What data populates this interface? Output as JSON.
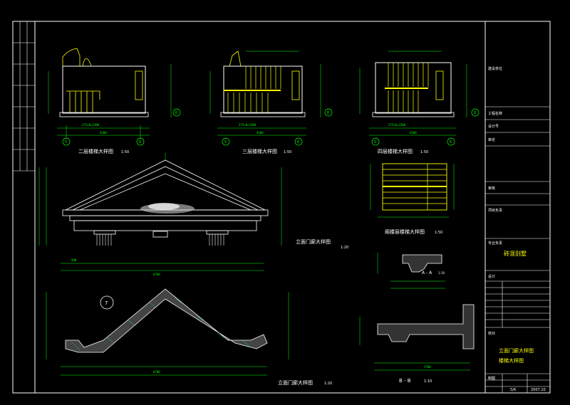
{
  "drawing": {
    "views": {
      "stair2": "二层楼梯大样图",
      "stair3": "三层楼梯大样图",
      "stair4": "四层楼梯大样图",
      "stair_top": "阁楼层楼梯大样图",
      "pediment_elev": "立面门廊大样图",
      "pediment_section": "立面门廊大样图",
      "section_bb": "B - B",
      "detail_aa": "A - A"
    },
    "scales": {
      "s150": "1:50",
      "s120": "1:20",
      "s110": "1:10"
    },
    "grid_labels": [
      "5",
      "6",
      "D"
    ],
    "section_mark": "7",
    "title_block": {
      "project_name": "砖混别墅",
      "drawing_title_1": "立面门廊大样图",
      "drawing_title_2": "楼梯大样图",
      "sheet_no": "5/6",
      "date": "2007.10",
      "rows": [
        "建设单位",
        "工程名称",
        "设计号",
        "审定",
        "审核",
        "项目负责",
        "专业负责",
        "设计",
        "校对",
        "制图"
      ]
    },
    "dims": {
      "stair_run": "275×8=2200",
      "width_total": "4200",
      "width_pediment": "6700",
      "seg_a": "500",
      "seg_b": "1700"
    }
  }
}
